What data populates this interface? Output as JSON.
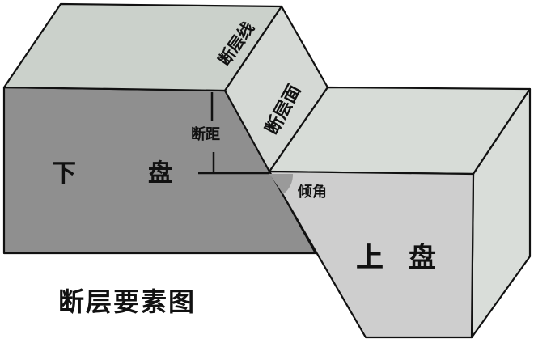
{
  "title": "断层要素图",
  "labels": {
    "fault_line": "断层线",
    "fault_plane": "断层面",
    "throw": "断距",
    "dip_angle": "倾角",
    "footwall": [
      "下",
      "盘"
    ],
    "hanging_wall": [
      "上",
      "盘"
    ]
  },
  "colors": {
    "footwall_front": "#8f8f8f",
    "footwall_top": "#cbd1cb",
    "fault_plane": "#d5d9d5",
    "hanging_top": "#d7dcd7",
    "hanging_front": "#cecece",
    "hanging_side": "#d9ddd9"
  }
}
